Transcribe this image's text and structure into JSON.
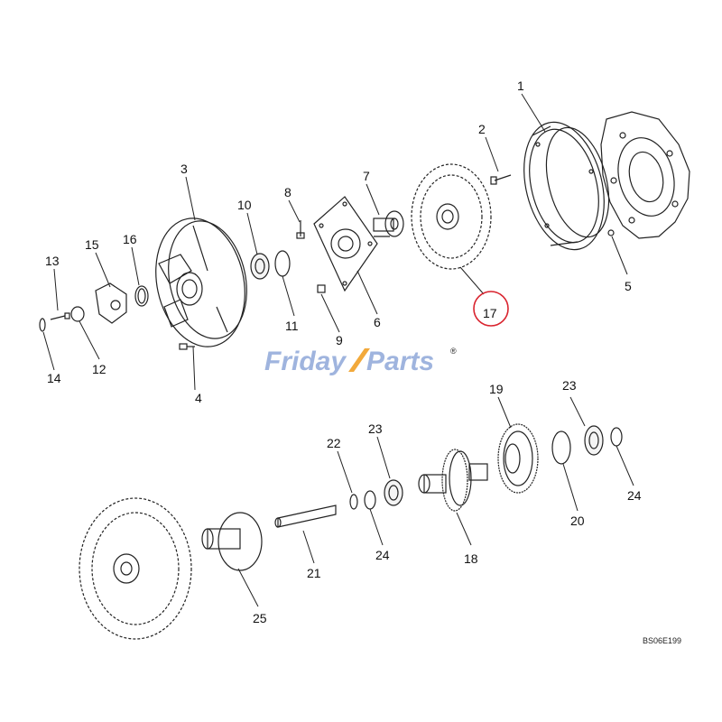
{
  "diagram": {
    "callouts": [
      {
        "id": "1",
        "label": "1"
      },
      {
        "id": "2",
        "label": "2"
      },
      {
        "id": "3",
        "label": "3"
      },
      {
        "id": "4",
        "label": "4"
      },
      {
        "id": "5",
        "label": "5"
      },
      {
        "id": "6",
        "label": "6"
      },
      {
        "id": "7",
        "label": "7"
      },
      {
        "id": "8",
        "label": "8"
      },
      {
        "id": "9",
        "label": "9"
      },
      {
        "id": "10",
        "label": "10"
      },
      {
        "id": "11",
        "label": "11"
      },
      {
        "id": "12",
        "label": "12"
      },
      {
        "id": "13",
        "label": "13"
      },
      {
        "id": "14",
        "label": "14"
      },
      {
        "id": "15",
        "label": "15"
      },
      {
        "id": "16",
        "label": "16"
      },
      {
        "id": "17",
        "label": "17",
        "highlighted": true
      },
      {
        "id": "18",
        "label": "18"
      },
      {
        "id": "19",
        "label": "19"
      },
      {
        "id": "20",
        "label": "20"
      },
      {
        "id": "21",
        "label": "21"
      },
      {
        "id": "22",
        "label": "22"
      },
      {
        "id": "23a",
        "label": "23"
      },
      {
        "id": "23b",
        "label": "23"
      },
      {
        "id": "24a",
        "label": "24"
      },
      {
        "id": "24b",
        "label": "24"
      },
      {
        "id": "25",
        "label": "25"
      }
    ],
    "watermark": {
      "part1": "Friday",
      "part2": "Parts",
      "mark": "®"
    },
    "drawing_code": "BS06E199",
    "colors": {
      "highlight": "#d9232e",
      "watermark": "#9fb4de",
      "accent": "#f2a93b",
      "line": "#222222"
    }
  }
}
